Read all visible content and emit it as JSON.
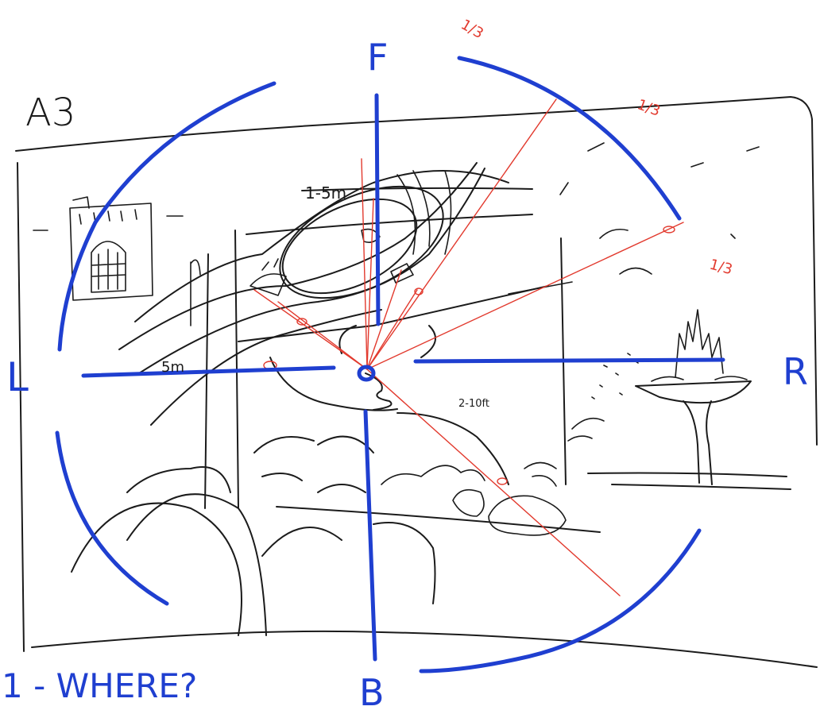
{
  "sketch": {
    "paper_label": "A3",
    "directions": {
      "front": "F",
      "back": "B",
      "left": "L",
      "right": "R"
    },
    "question": "1 - WHERE?",
    "dimension_notes": [
      "1-5m",
      "5m",
      "2-10ft"
    ],
    "rule_of_thirds_marks": [
      "1/3",
      "1/3",
      "1/3"
    ],
    "colors": {
      "ink": "#1b1b1b",
      "compass": "#1f3fd0",
      "sightlines": "#e23a2e",
      "paper": "#ffffff"
    }
  }
}
